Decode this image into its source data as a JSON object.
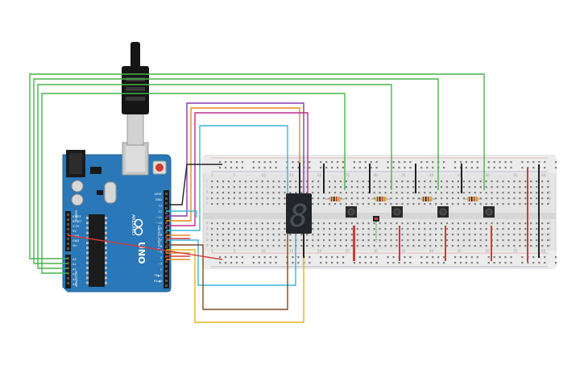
{
  "colors": {
    "board": "#2a78b8",
    "breadboard": "#e6e6e6",
    "hole": "#7d7d7d",
    "rail_red": "#d53a3a",
    "wire_green": "#47b34a",
    "wire_purple": "#8a3aa8",
    "wire_orange": "#e58a1f",
    "wire_magenta": "#c22b8c",
    "wire_cyan": "#3ab6d8",
    "wire_brown": "#7d4a22",
    "wire_yellow": "#e3b41b",
    "wire_black": "#222222",
    "wire_red": "#d83838",
    "led_digit": "#202428"
  },
  "arduino": {
    "brand": "ARDUINO",
    "model": "UNO",
    "power_header": "POWER",
    "analog_header": "ANALOG IN",
    "digital_header": "DIGITAL (PWM~)",
    "power_pins": [
      "IOREF",
      "RESET",
      "3.3V",
      "5V",
      "GND",
      "GND",
      "Vin"
    ],
    "analog_pins": [
      "A0",
      "A1",
      "A2",
      "A3",
      "A4",
      "A5"
    ],
    "digital_pins": [
      "AREF",
      "GND",
      "13",
      "12",
      "~11",
      "~10",
      "~9",
      "8",
      "7",
      "~6",
      "~5",
      "4",
      "~3",
      "2",
      "TX▶1",
      "RX◀0"
    ]
  },
  "breadboard": {
    "col_numbers": [
      "1",
      "5",
      "10",
      "15",
      "20",
      "25",
      "30",
      "35",
      "40",
      "45",
      "50",
      "55",
      "60"
    ],
    "row_letters_top": [
      "j",
      "i",
      "h",
      "g",
      "f"
    ],
    "row_letters_bottom": [
      "e",
      "d",
      "c",
      "b",
      "a"
    ]
  },
  "components": {
    "seven_segment_glyph": "8",
    "button_count": 4,
    "resistor_count": 4
  }
}
